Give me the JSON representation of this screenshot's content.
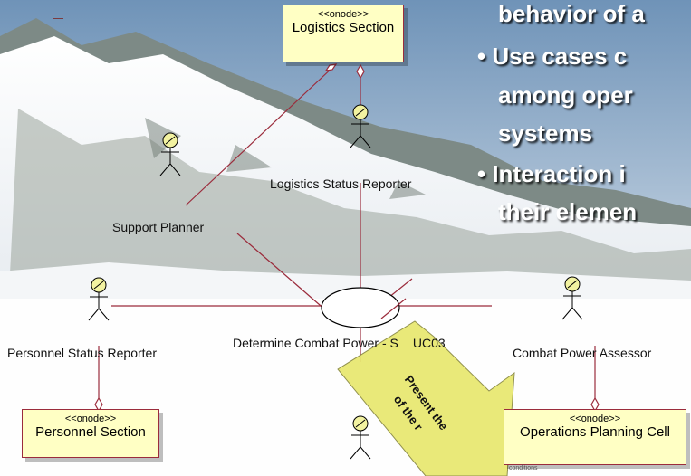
{
  "slide": {
    "bullets": [
      {
        "text": "behavior of a"
      },
      {
        "text": "• Use cases c"
      },
      {
        "text": "among oper"
      },
      {
        "text": "systems"
      },
      {
        "text": "• Interaction i"
      },
      {
        "text": "their elemen"
      }
    ],
    "callout": {
      "line1": "Present the",
      "line2": "of the r"
    }
  },
  "diagram": {
    "nodes": {
      "logistics": {
        "stereotype": "<<onode>>",
        "name": "Logistics Section"
      },
      "personnel": {
        "stereotype": "<<onode>>",
        "name": "Personnel Section"
      },
      "operations": {
        "stereotype": "<<onode>>",
        "name": "Operations Planning Cell"
      }
    },
    "actors": {
      "support_planner": "Support Planner",
      "logistics_status_reporter": "Logistics Status Reporter",
      "personnel_status_reporter": "Personnel Status Reporter",
      "combat_power_assessor": "Combat Power Assessor",
      "bottom_actor": ""
    },
    "use_case": {
      "name": "Determine Combat Power - S",
      "suffix": "UC03"
    },
    "footnote": "conditions"
  },
  "colors": {
    "line": "#9b2c3c",
    "node_fill": "#ffffc4",
    "actor_head": "#f2f2a0",
    "callout": "#e8e870"
  }
}
